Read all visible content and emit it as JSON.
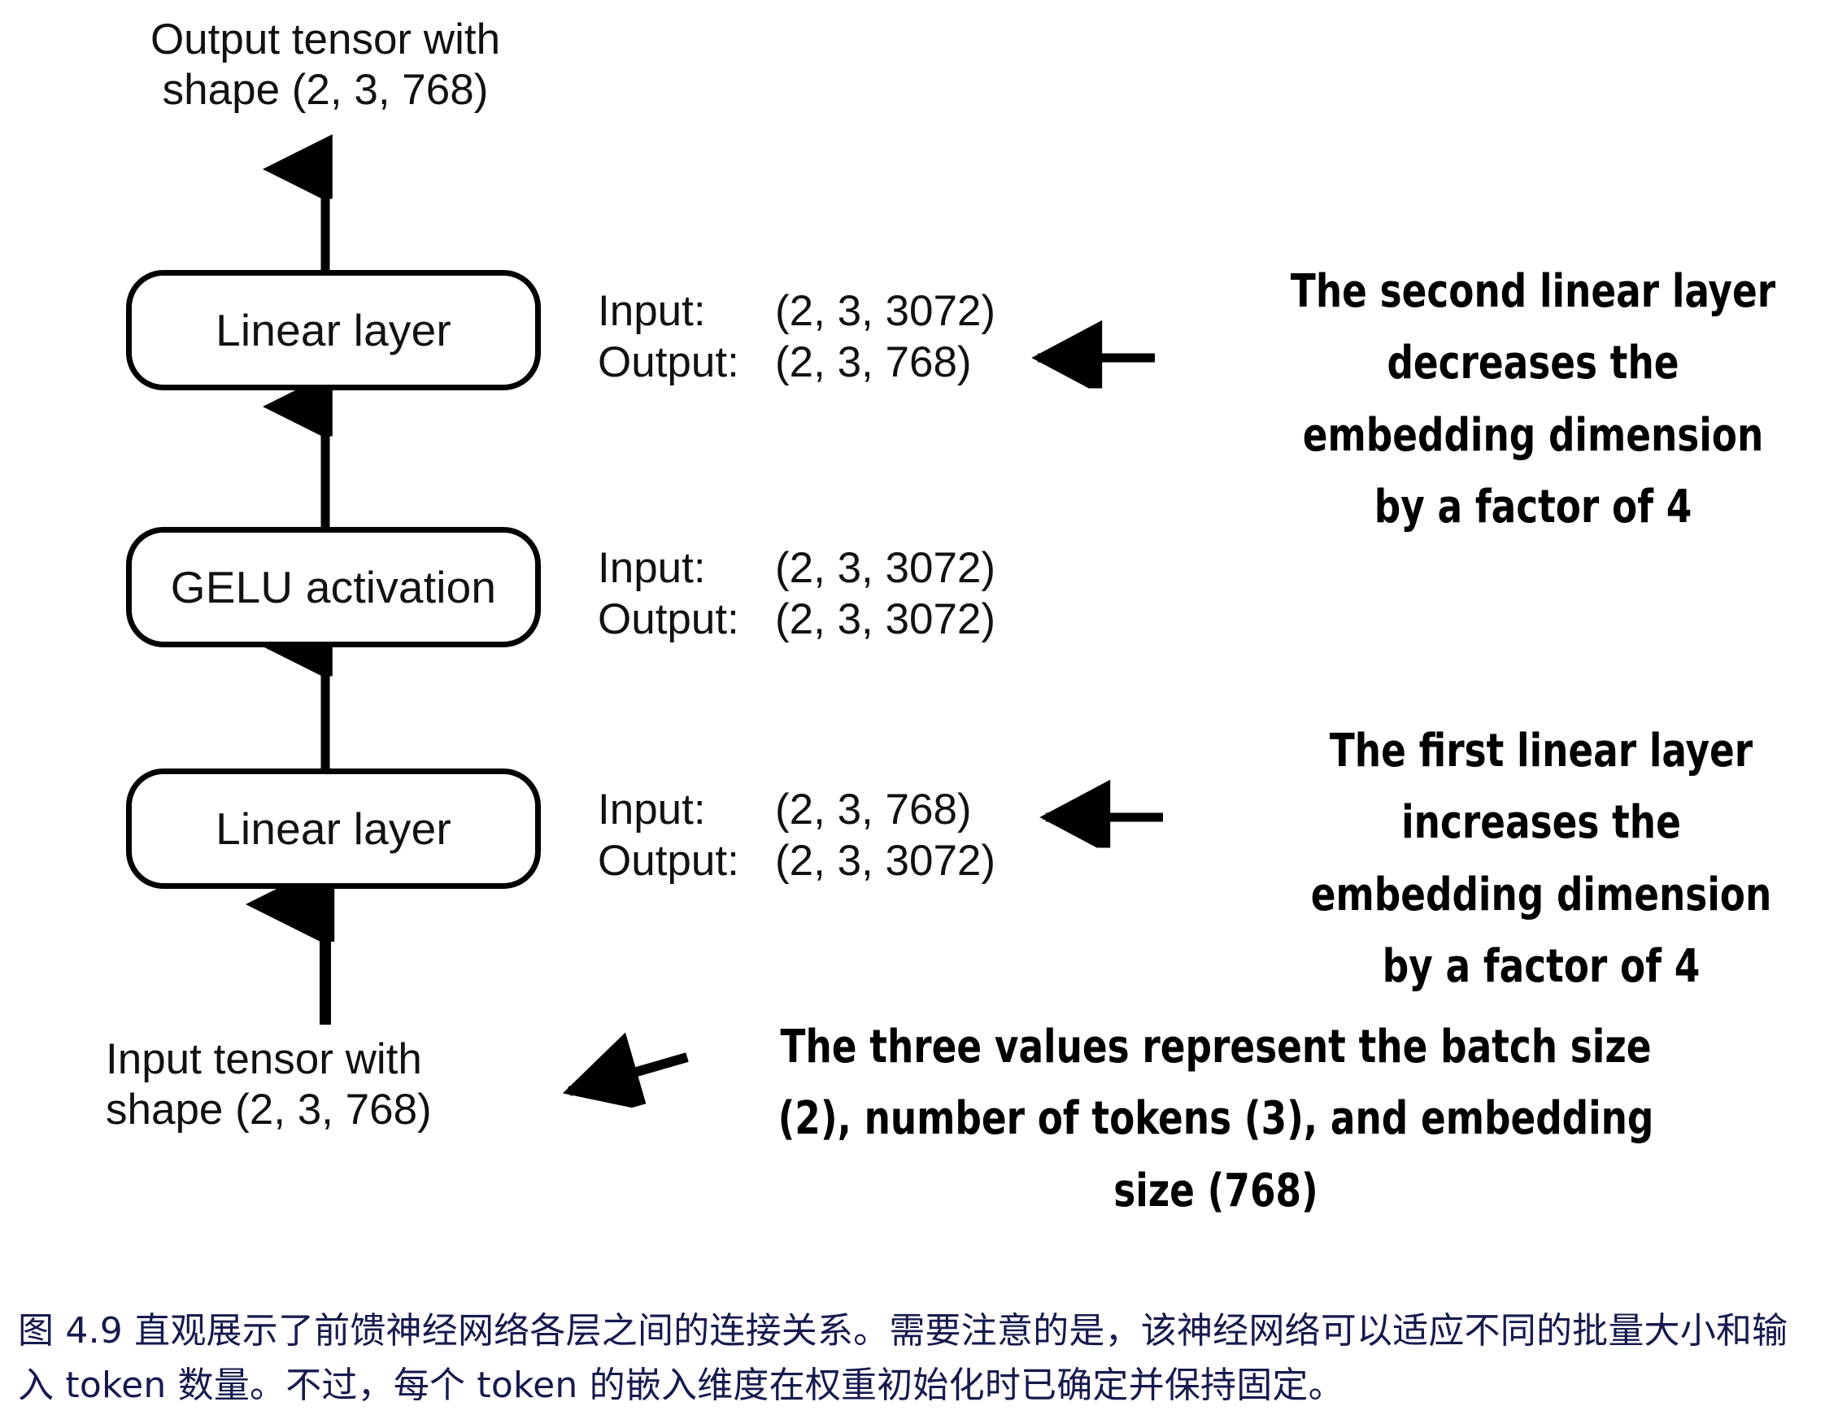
{
  "figure": {
    "id": "figure-4-9",
    "title": "Feed forward neural network layer connections",
    "caption": "图 4.9 直观展示了前馈神经网络各层之间的连接关系。需要注意的是，该神经网络可以适应不同的批量大小和输入 token 数量。不过，每个 token 的嵌入维度在权重初始化时已确定并保持固定。",
    "colors": {
      "stroke": "#000000",
      "text": "#111111",
      "caption": "#161a4e",
      "background": "#ffffff"
    }
  },
  "labels": {
    "output_tensor": "Output tensor with\nshape (2, 3, 768)",
    "input_tensor": "Input tensor with\nshape (2, 3, 768)"
  },
  "blocks": [
    {
      "name": "second-linear-layer",
      "label": "Linear layer",
      "io": {
        "input_key": "Input:",
        "input_value": "(2, 3, 3072)",
        "output_key": "Output:",
        "output_value": "(2, 3, 768)"
      }
    },
    {
      "name": "gelu-activation",
      "label": "GELU activation",
      "io": {
        "input_key": "Input:",
        "input_value": "(2, 3, 3072)",
        "output_key": "Output:",
        "output_value": "(2, 3, 3072)"
      }
    },
    {
      "name": "first-linear-layer",
      "label": "Linear layer",
      "io": {
        "input_key": "Input:",
        "input_value": "(2, 3, 768)",
        "output_key": "Output:",
        "output_value": "(2, 3, 3072)"
      }
    }
  ],
  "annotations": {
    "second_layer_note": "The second linear layer\ndecreases the embedding\ndimension by a factor of 4",
    "first_layer_note": "The first linear layer\nincreases the embedding\ndimension by a factor of 4",
    "shape_note": "The three values represent the batch size (2),\nnumber of tokens (3), and embedding size\n(768)"
  },
  "chart_data": {
    "type": "diagram",
    "title": "Feed forward network shape flow",
    "nodes": [
      {
        "id": "input",
        "label": "Input tensor with shape (2, 3, 768)",
        "kind": "tensor"
      },
      {
        "id": "linear1",
        "label": "Linear layer",
        "kind": "layer",
        "input_shape": [
          2,
          3,
          768
        ],
        "output_shape": [
          2,
          3,
          3072
        ]
      },
      {
        "id": "gelu",
        "label": "GELU activation",
        "kind": "layer",
        "input_shape": [
          2,
          3,
          3072
        ],
        "output_shape": [
          2,
          3,
          3072
        ]
      },
      {
        "id": "linear2",
        "label": "Linear layer",
        "kind": "layer",
        "input_shape": [
          2,
          3,
          3072
        ],
        "output_shape": [
          2,
          3,
          768
        ]
      },
      {
        "id": "output",
        "label": "Output tensor with shape (2, 3, 768)",
        "kind": "tensor"
      }
    ],
    "edges": [
      {
        "from": "input",
        "to": "linear1"
      },
      {
        "from": "linear1",
        "to": "gelu"
      },
      {
        "from": "gelu",
        "to": "linear2"
      },
      {
        "from": "linear2",
        "to": "output"
      }
    ],
    "expansion_factor": 4,
    "batch_size": 2,
    "num_tokens": 3,
    "embedding_size": 768,
    "hidden_size": 3072
  }
}
